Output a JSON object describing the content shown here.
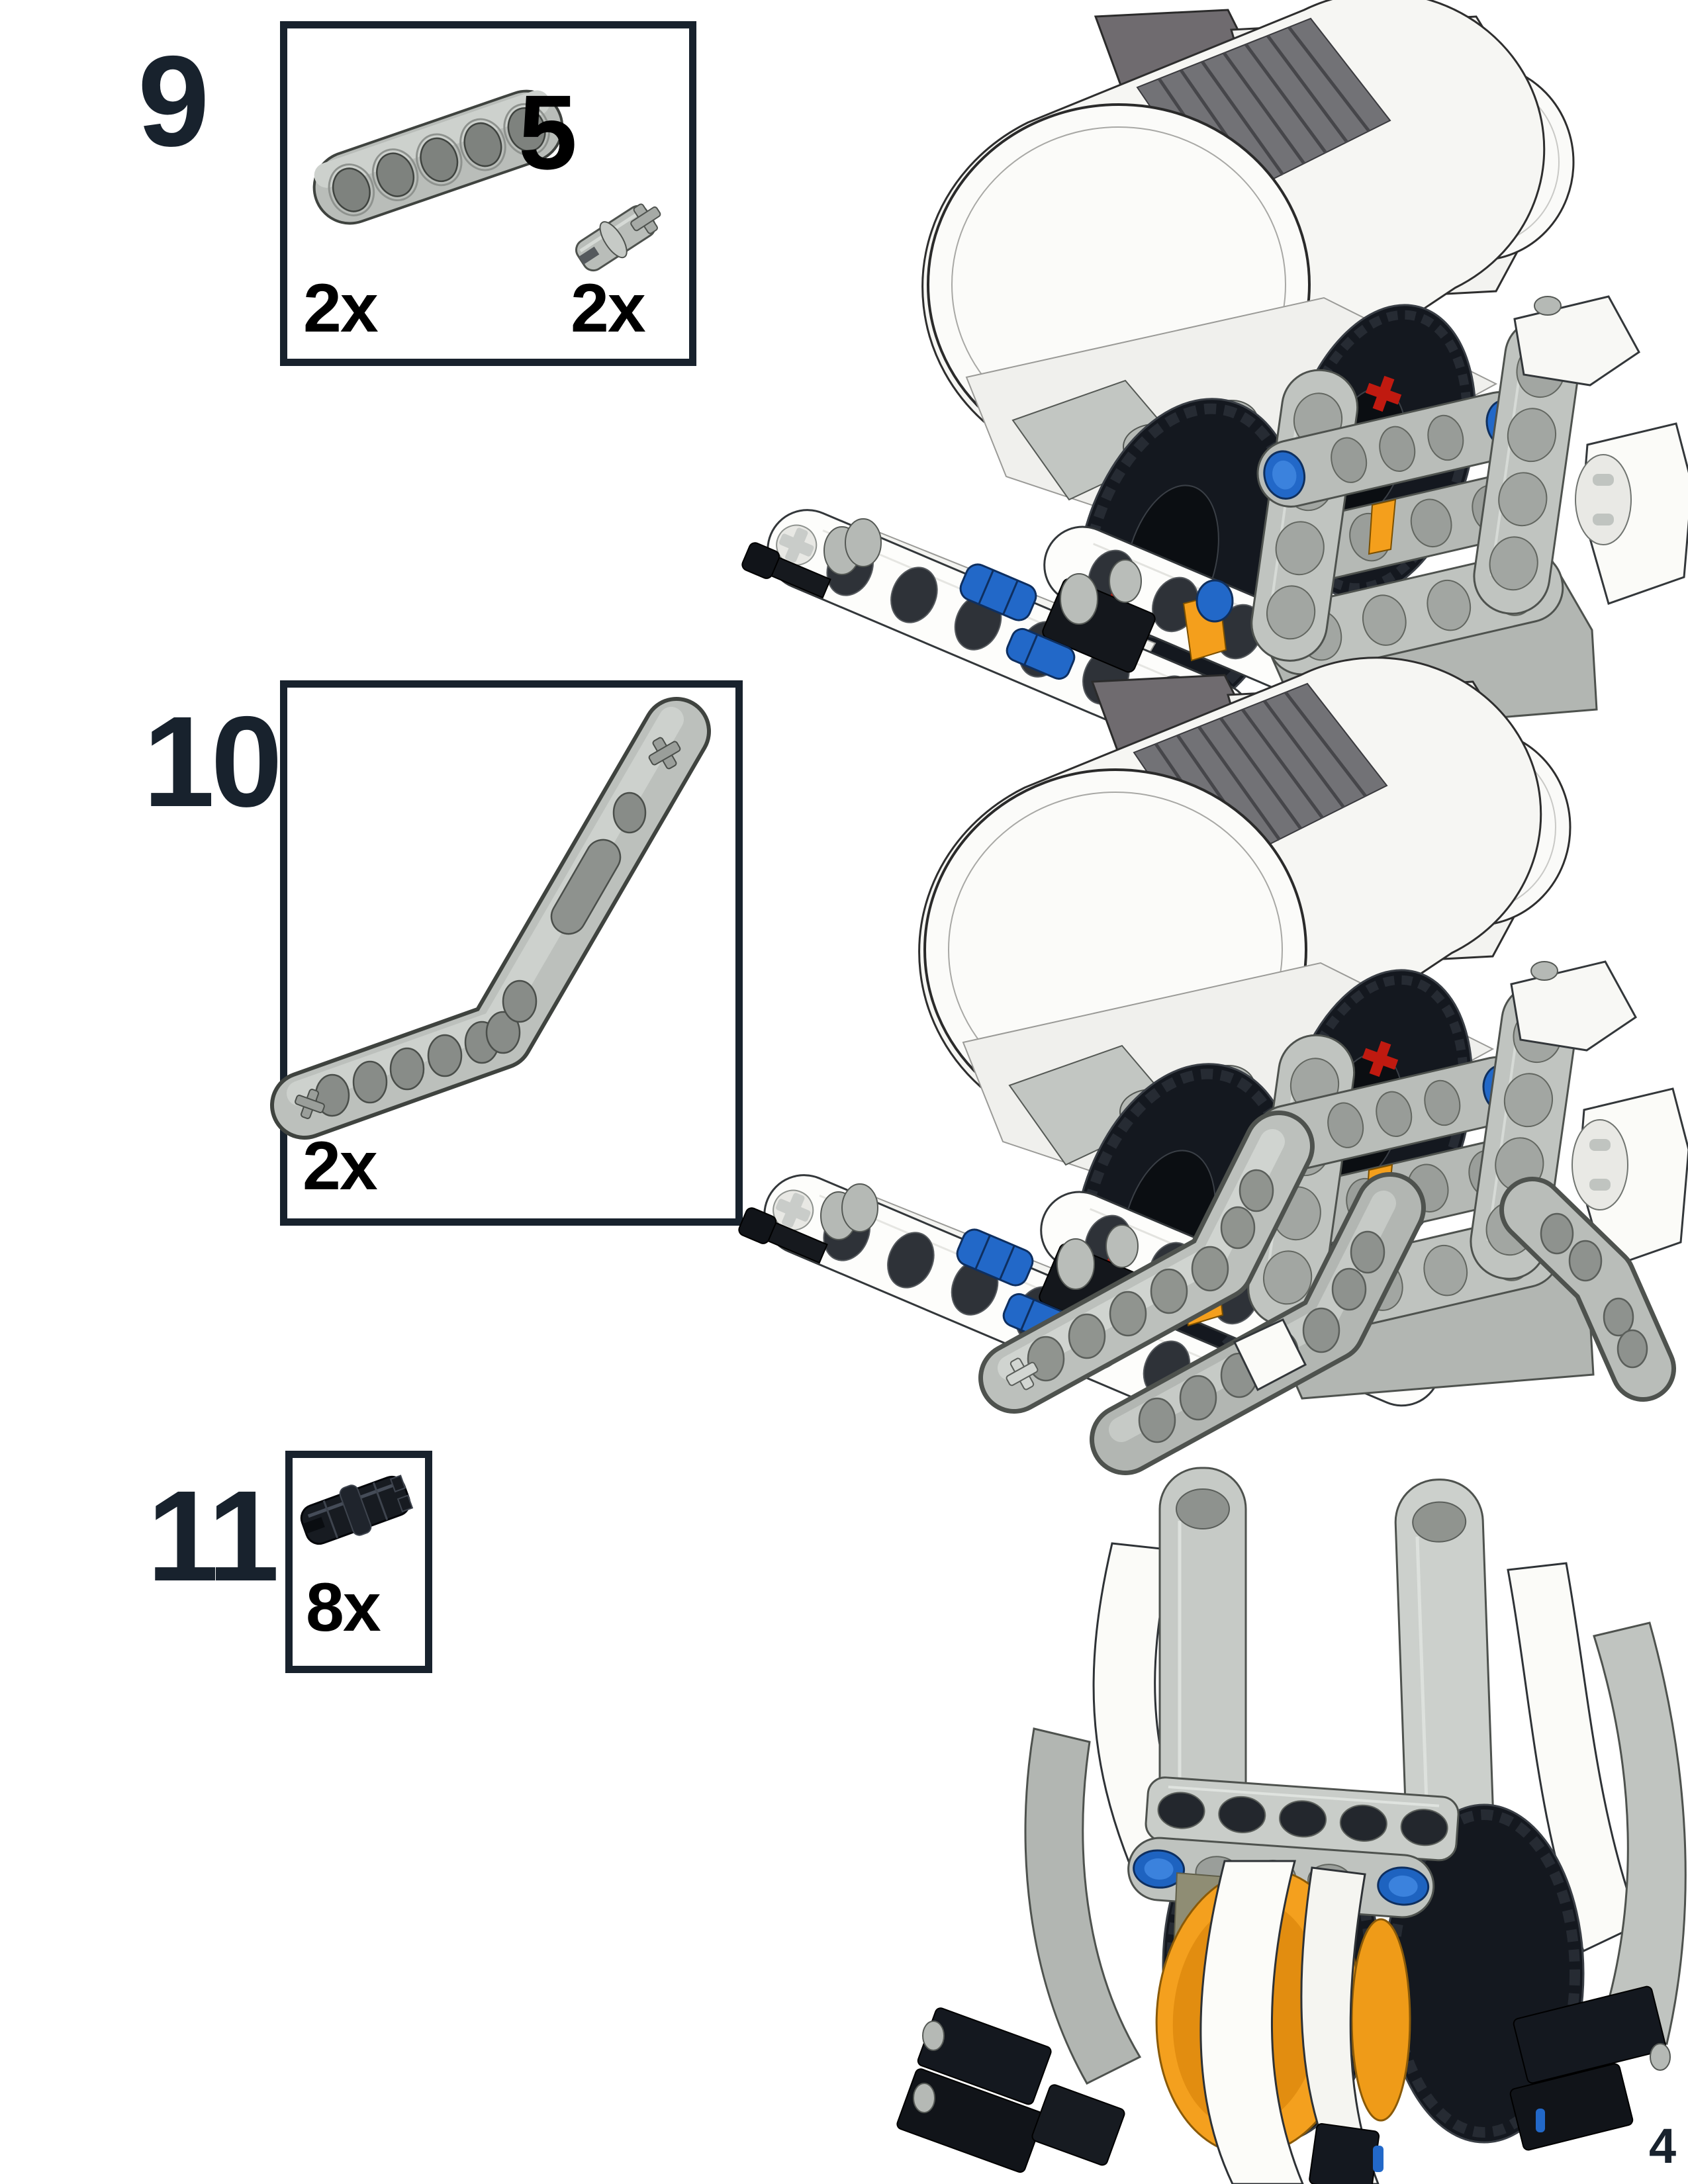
{
  "page": {
    "number": "4",
    "background": "#ffffff",
    "accent_color": "#18222d"
  },
  "palette": {
    "ink": "#18222d",
    "part_gray": "#bcc0bc",
    "part_gray_dark": "#4e524e",
    "part_white": "#fbfbf8",
    "black_part": "#14181f",
    "blue_pin": "#2268c8",
    "orange": "#f4a01e",
    "red": "#c01a10",
    "tan": "#a8a48c",
    "motor_fin_gray": "#727276"
  },
  "steps": [
    {
      "number": "9",
      "parts_box": {
        "parts": [
          {
            "name": "technic-beam-5-light-gray",
            "size_callout": "5",
            "quantity": "2x",
            "color": "#bcc0bc"
          },
          {
            "name": "technic-pin-3-4-light-gray",
            "quantity": "2x",
            "color": "#bcc0bc"
          }
        ]
      },
      "assembly": {
        "name": "nxt-motor-chassis-three-quarter-view"
      }
    },
    {
      "number": "10",
      "parts_box": {
        "parts": [
          {
            "name": "technic-angular-beam-4x6-light-gray",
            "quantity": "2x",
            "color": "#bcc0bc"
          }
        ]
      },
      "assembly": {
        "name": "nxt-motor-chassis-with-angular-beam-skids"
      }
    },
    {
      "number": "11",
      "parts_box": {
        "parts": [
          {
            "name": "technic-friction-pin-black",
            "quantity": "8x",
            "color": "#171b21"
          }
        ]
      },
      "assembly": {
        "name": "chassis-underside-front-view-with-wheel-hubs"
      }
    }
  ]
}
